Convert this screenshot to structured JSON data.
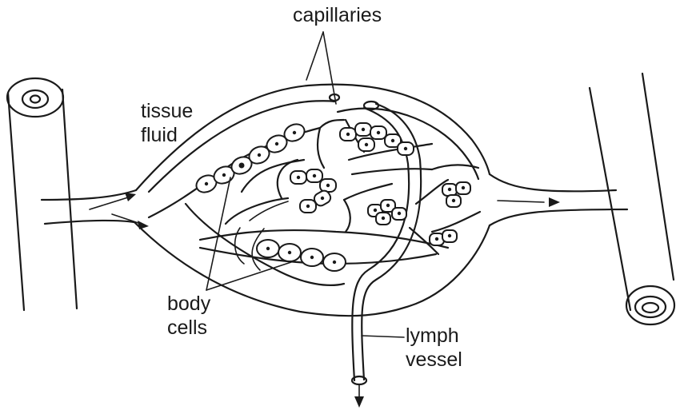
{
  "labels": {
    "capillaries": "capillaries",
    "tissue_fluid": "tissue\nfluid",
    "body_cells": "body\ncells",
    "lymph_vessel": "lymph\nvessel"
  },
  "colors": {
    "line": "#1a1a1a",
    "background": "#ffffff"
  }
}
